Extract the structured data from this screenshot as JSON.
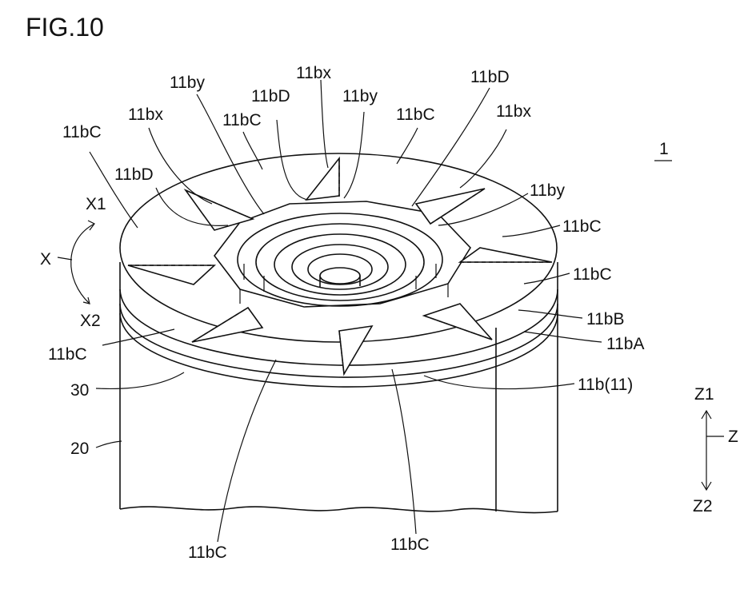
{
  "figure": {
    "title": "FIG.10",
    "ref_numeral": "1"
  },
  "labels": {
    "c_top_left": "11bC",
    "by_top_left": "11by",
    "bx_left": "11bx",
    "c_upper_mid": "11bC",
    "d_left": "11bD",
    "bx_top": "11bx",
    "d_top_mid": "11bD",
    "by_top_mid": "11by",
    "c_upper_right": "11bC",
    "d_top_right": "11bD",
    "bx_right": "11bx",
    "by_right": "11by",
    "c_right_1": "11bC",
    "c_right_2": "11bC",
    "b_layer": "11bB",
    "a_layer": "11bA",
    "b_main": "11b(11)",
    "c_left": "11bC",
    "layer_30": "30",
    "body_20": "20",
    "c_bottom_left": "11bC",
    "c_bottom_right": "11bC"
  },
  "axes": {
    "x1": "X1",
    "x": "X",
    "x2": "X2",
    "z1": "Z1",
    "z": "Z",
    "z2": "Z2"
  }
}
